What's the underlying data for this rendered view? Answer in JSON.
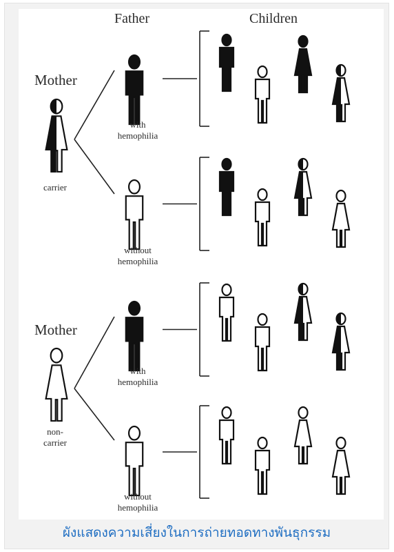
{
  "headers": {
    "father": "Father",
    "children": "Children"
  },
  "groups": [
    {
      "mother_label": "Mother",
      "mother_status": "carrier",
      "mother_fill": "half",
      "fathers": [
        {
          "label": "with\nhemophilia",
          "fill": "solid",
          "children": [
            {
              "sex": "male",
              "fill": "solid"
            },
            {
              "sex": "male",
              "fill": "empty"
            },
            {
              "sex": "female",
              "fill": "solid"
            },
            {
              "sex": "female",
              "fill": "half"
            }
          ]
        },
        {
          "label": "without\nhemophilia",
          "fill": "empty",
          "children": [
            {
              "sex": "male",
              "fill": "solid"
            },
            {
              "sex": "male",
              "fill": "empty"
            },
            {
              "sex": "female",
              "fill": "half"
            },
            {
              "sex": "female",
              "fill": "empty"
            }
          ]
        }
      ]
    },
    {
      "mother_label": "Mother",
      "mother_status": "non-\ncarrier",
      "mother_fill": "empty",
      "fathers": [
        {
          "label": "with\nhemophilia",
          "fill": "solid",
          "children": [
            {
              "sex": "male",
              "fill": "empty"
            },
            {
              "sex": "male",
              "fill": "empty"
            },
            {
              "sex": "female",
              "fill": "half"
            },
            {
              "sex": "female",
              "fill": "half"
            }
          ]
        },
        {
          "label": "without\nhemophilia",
          "fill": "empty",
          "children": [
            {
              "sex": "male",
              "fill": "empty"
            },
            {
              "sex": "male",
              "fill": "empty"
            },
            {
              "sex": "female",
              "fill": "empty"
            },
            {
              "sex": "female",
              "fill": "empty"
            }
          ]
        }
      ]
    }
  ],
  "caption": "ผังแสดงความเสี่ยงในการถ่ายทอดทางพันธุกรรม",
  "colors": {
    "ink": "#111111",
    "caption": "#1f6ec2"
  }
}
